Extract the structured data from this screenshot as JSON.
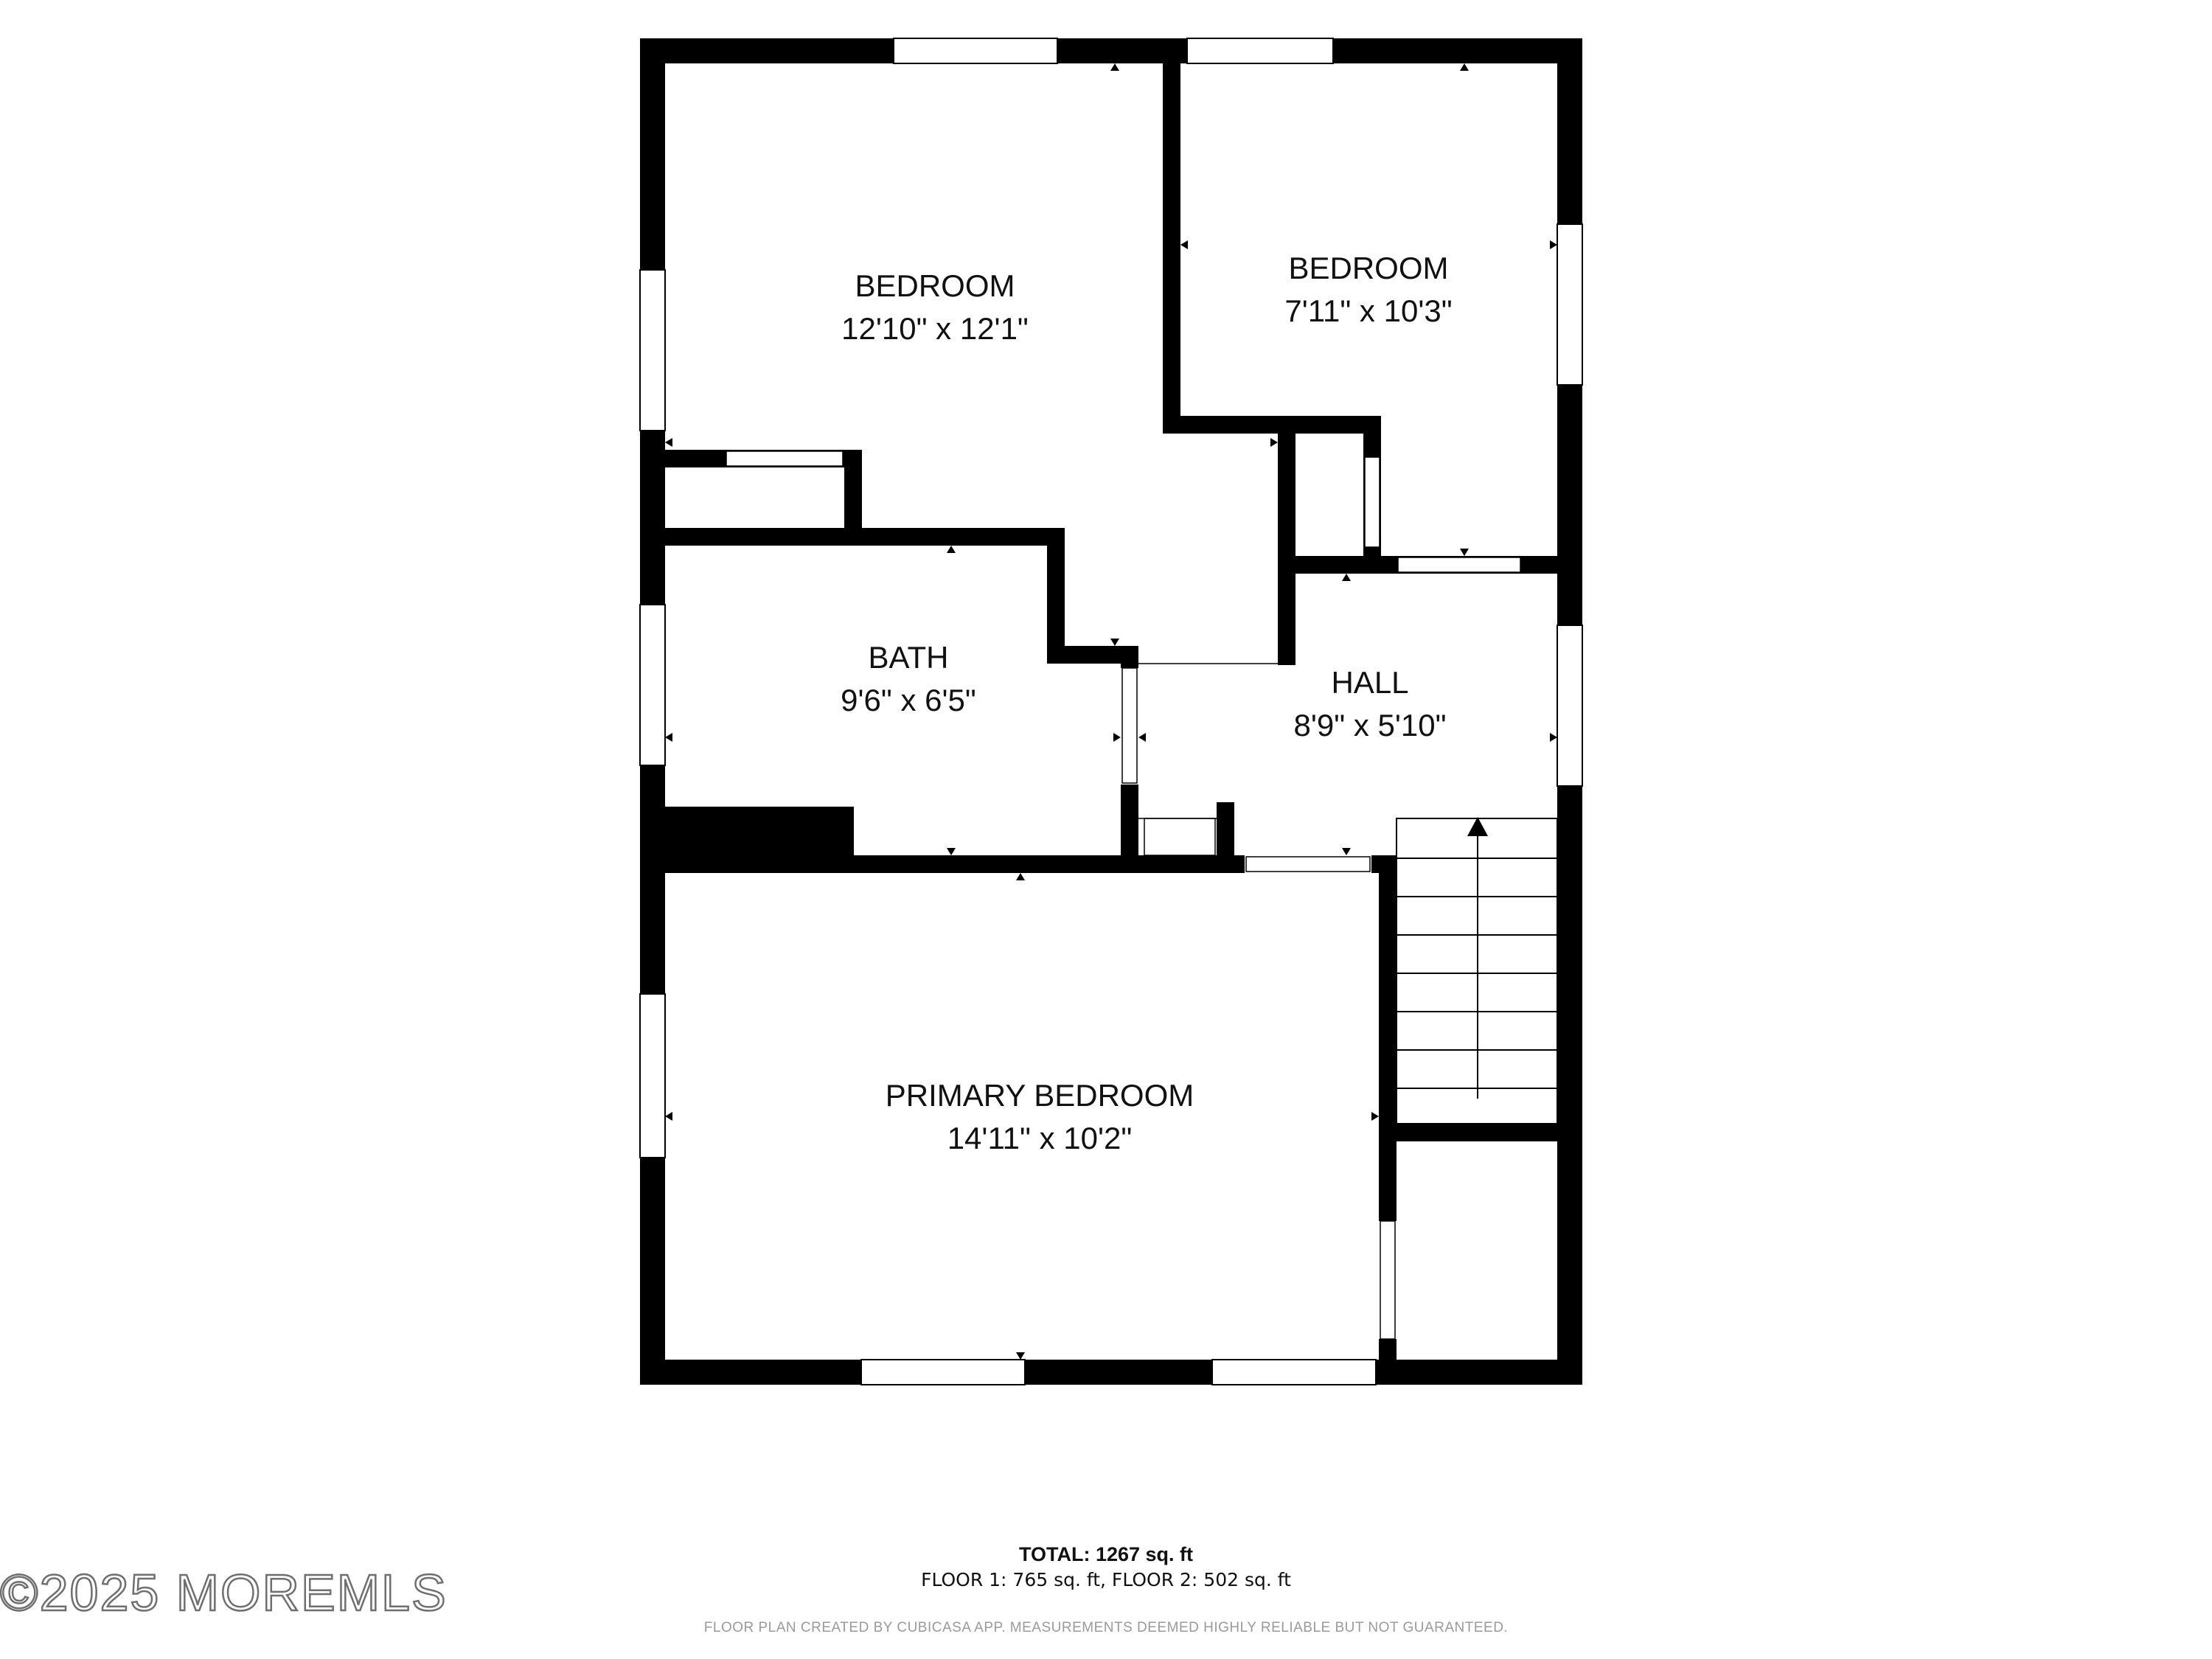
{
  "rooms": {
    "bedroom_1": {
      "name": "BEDROOM",
      "size": "12'10\" x 12'1\""
    },
    "bedroom_2": {
      "name": "BEDROOM",
      "size": "7'11\" x 10'3\""
    },
    "bath": {
      "name": "BATH",
      "size": "9'6\" x 6'5\""
    },
    "hall": {
      "name": "HALL",
      "size": "8'9\" x 5'10\""
    },
    "primary_bedroom": {
      "name": "PRIMARY BEDROOM",
      "size": "14'11\" x 10'2\""
    }
  },
  "footer": {
    "total": "TOTAL: 1267 sq. ft",
    "floors": "FLOOR 1: 765 sq. ft, FLOOR 2: 502 sq. ft",
    "disclaimer": "FLOOR PLAN CREATED BY CUBICASA APP. MEASUREMENTS DEEMED HIGHLY RELIABLE BUT NOT GUARANTEED."
  },
  "watermark": "©2025 MOREMLS",
  "colors": {
    "wall": "#000000",
    "background": "#ffffff",
    "watermark": "#6f6f6f"
  }
}
